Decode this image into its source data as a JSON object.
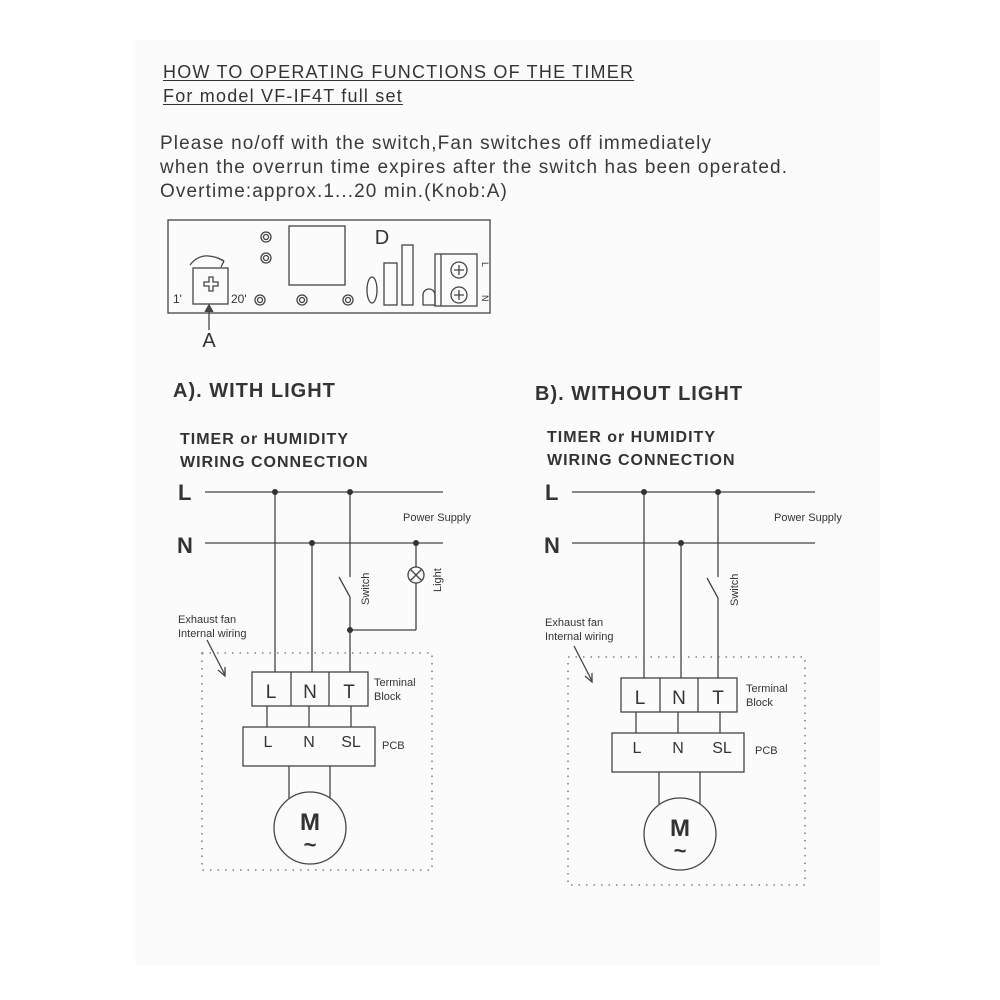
{
  "title": {
    "line1": "HOW TO OPERATING FUNCTIONS OF THE TIMER",
    "line2": "For model VF-IF4T full set"
  },
  "instructions": [
    "Please no/off with the switch,Fan switches off immediately",
    "when the overrun time expires after the switch has been operated.",
    "Overtime:approx.1...20 min.(Knob:A)"
  ],
  "board": {
    "min_label": "1'",
    "max_label": "20'",
    "knob_label": "A",
    "d_label": "D",
    "terminal_l": "L",
    "terminal_n": "N"
  },
  "diagram_a": {
    "heading": "A). WITH LIGHT",
    "subtitle1": "TIMER or HUMIDITY",
    "subtitle2": "WIRING CONNECTION",
    "line_l": "L",
    "line_n": "N",
    "power_supply": "Power Supply",
    "switch": "Switch",
    "light": "Light",
    "fan_label1": "Exhaust fan",
    "fan_label2": "Internal wiring",
    "terminal": [
      "L",
      "N",
      "T"
    ],
    "terminal_label1": "Terminal",
    "terminal_label2": "Block",
    "pcb": [
      "L",
      "N",
      "SL"
    ],
    "pcb_label": "PCB",
    "motor": "M",
    "motor_ac": "~"
  },
  "diagram_b": {
    "heading": "B). WITHOUT LIGHT",
    "subtitle1": "TIMER or HUMIDITY",
    "subtitle2": "WIRING CONNECTION",
    "line_l": "L",
    "line_n": "N",
    "power_supply": "Power Supply",
    "switch": "Switch",
    "fan_label1": "Exhaust fan",
    "fan_label2": "Internal wiring",
    "terminal": [
      "L",
      "N",
      "T"
    ],
    "terminal_label1": "Terminal",
    "terminal_label2": "Block",
    "pcb": [
      "L",
      "N",
      "SL"
    ],
    "pcb_label": "PCB",
    "motor": "M",
    "motor_ac": "~"
  }
}
